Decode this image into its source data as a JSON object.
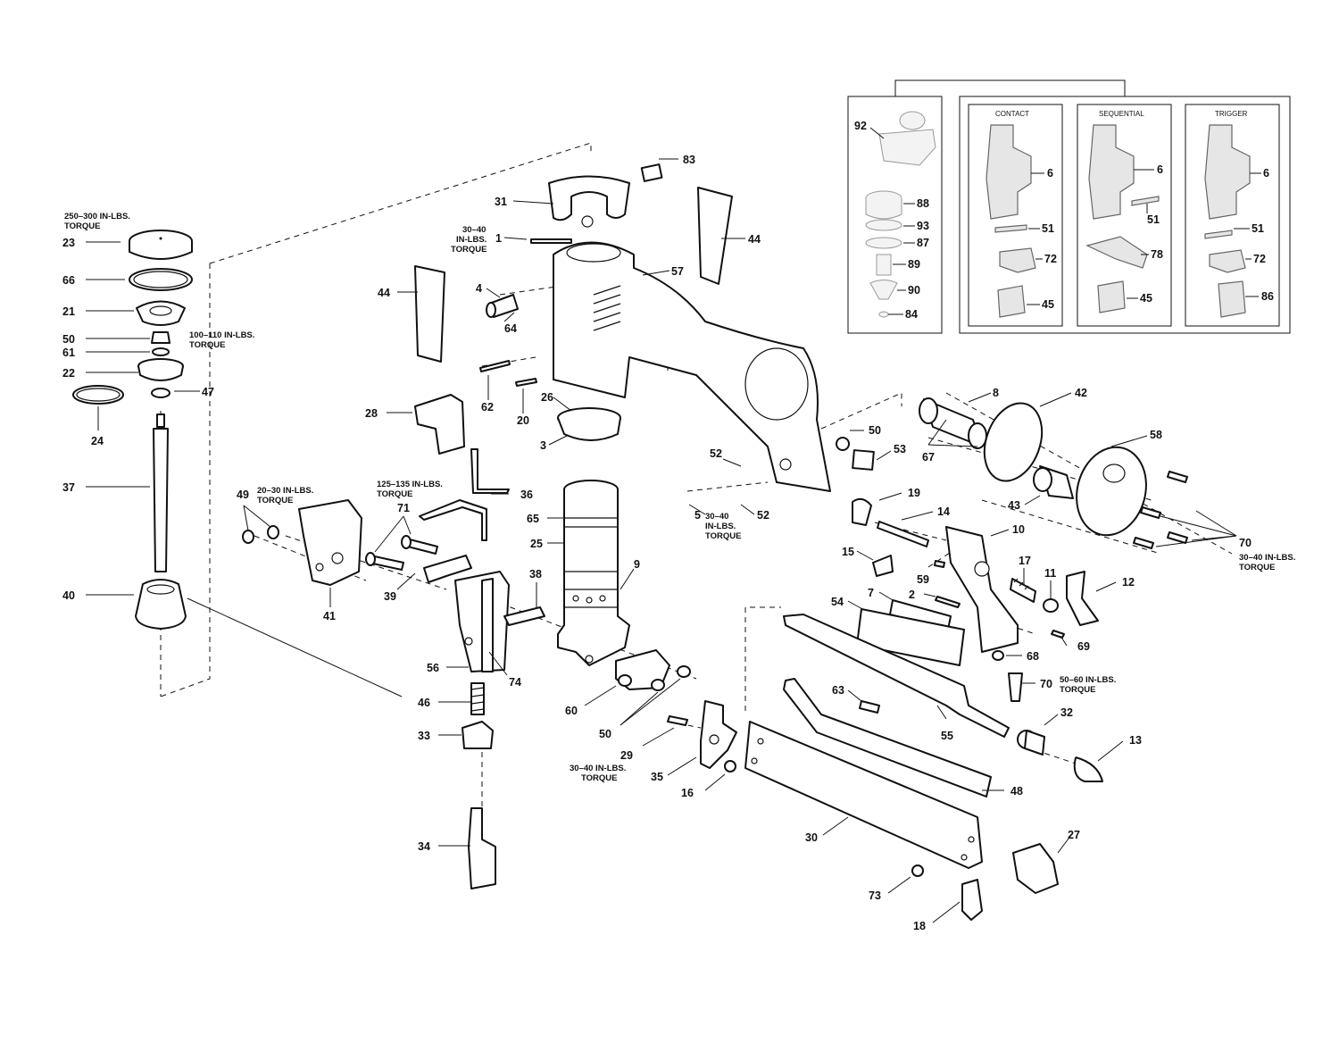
{
  "callouts": [
    {
      "id": "c23",
      "label": "23"
    },
    {
      "id": "c66",
      "label": "66"
    },
    {
      "id": "c21",
      "label": "21"
    },
    {
      "id": "c50a",
      "label": "50"
    },
    {
      "id": "c61",
      "label": "61"
    },
    {
      "id": "c22",
      "label": "22"
    },
    {
      "id": "c47",
      "label": "47"
    },
    {
      "id": "c24",
      "label": "24"
    },
    {
      "id": "c37",
      "label": "37"
    },
    {
      "id": "c40",
      "label": "40"
    },
    {
      "id": "c49",
      "label": "49"
    },
    {
      "id": "c41",
      "label": "41"
    },
    {
      "id": "c71",
      "label": "71"
    },
    {
      "id": "c39",
      "label": "39"
    },
    {
      "id": "c28",
      "label": "28"
    },
    {
      "id": "c36",
      "label": "36"
    },
    {
      "id": "c56",
      "label": "56"
    },
    {
      "id": "c74",
      "label": "74"
    },
    {
      "id": "c38",
      "label": "38"
    },
    {
      "id": "c46",
      "label": "46"
    },
    {
      "id": "c33",
      "label": "33"
    },
    {
      "id": "c34",
      "label": "34"
    },
    {
      "id": "c65",
      "label": "65"
    },
    {
      "id": "c25",
      "label": "25"
    },
    {
      "id": "c9",
      "label": "9"
    },
    {
      "id": "c60",
      "label": "60"
    },
    {
      "id": "c50b",
      "label": "50"
    },
    {
      "id": "c29",
      "label": "29"
    },
    {
      "id": "c35",
      "label": "35"
    },
    {
      "id": "c16",
      "label": "16"
    },
    {
      "id": "c83",
      "label": "83"
    },
    {
      "id": "c31",
      "label": "31"
    },
    {
      "id": "c1",
      "label": "1"
    },
    {
      "id": "c44a",
      "label": "44"
    },
    {
      "id": "c44b",
      "label": "44"
    },
    {
      "id": "c57",
      "label": "57"
    },
    {
      "id": "c4",
      "label": "4"
    },
    {
      "id": "c64",
      "label": "64"
    },
    {
      "id": "c62",
      "label": "62"
    },
    {
      "id": "c20",
      "label": "20"
    },
    {
      "id": "c26",
      "label": "26"
    },
    {
      "id": "c3",
      "label": "3"
    },
    {
      "id": "c52a",
      "label": "52"
    },
    {
      "id": "c5",
      "label": "5"
    },
    {
      "id": "c52b",
      "label": "52"
    },
    {
      "id": "c50c",
      "label": "50"
    },
    {
      "id": "c53",
      "label": "53"
    },
    {
      "id": "c8",
      "label": "8"
    },
    {
      "id": "c67",
      "label": "67"
    },
    {
      "id": "c42",
      "label": "42"
    },
    {
      "id": "c58",
      "label": "58"
    },
    {
      "id": "c43",
      "label": "43"
    },
    {
      "id": "c70a",
      "label": "70"
    },
    {
      "id": "c19",
      "label": "19"
    },
    {
      "id": "c14",
      "label": "14"
    },
    {
      "id": "c15",
      "label": "15"
    },
    {
      "id": "c10",
      "label": "10"
    },
    {
      "id": "c59",
      "label": "59"
    },
    {
      "id": "c17",
      "label": "17"
    },
    {
      "id": "c11",
      "label": "11"
    },
    {
      "id": "c12",
      "label": "12"
    },
    {
      "id": "c7",
      "label": "7"
    },
    {
      "id": "c2",
      "label": "2"
    },
    {
      "id": "c54",
      "label": "54"
    },
    {
      "id": "c69",
      "label": "69"
    },
    {
      "id": "c68",
      "label": "68"
    },
    {
      "id": "c70b",
      "label": "70"
    },
    {
      "id": "c63",
      "label": "63"
    },
    {
      "id": "c55",
      "label": "55"
    },
    {
      "id": "c32",
      "label": "32"
    },
    {
      "id": "c13",
      "label": "13"
    },
    {
      "id": "c48",
      "label": "48"
    },
    {
      "id": "c30",
      "label": "30"
    },
    {
      "id": "c27",
      "label": "27"
    },
    {
      "id": "c73",
      "label": "73"
    },
    {
      "id": "c18",
      "label": "18"
    },
    {
      "id": "c92",
      "label": "92"
    },
    {
      "id": "c88",
      "label": "88"
    },
    {
      "id": "c93",
      "label": "93"
    },
    {
      "id": "c87",
      "label": "87"
    },
    {
      "id": "c89",
      "label": "89"
    },
    {
      "id": "c90",
      "label": "90"
    },
    {
      "id": "c84",
      "label": "84"
    },
    {
      "id": "c6a",
      "label": "6"
    },
    {
      "id": "c51a",
      "label": "51"
    },
    {
      "id": "c72a",
      "label": "72"
    },
    {
      "id": "c45a",
      "label": "45"
    },
    {
      "id": "c6b",
      "label": "6"
    },
    {
      "id": "c51b",
      "label": "51"
    },
    {
      "id": "c78",
      "label": "78"
    },
    {
      "id": "c45b",
      "label": "45"
    },
    {
      "id": "c6c",
      "label": "6"
    },
    {
      "id": "c51c",
      "label": "51"
    },
    {
      "id": "c72b",
      "label": "72"
    },
    {
      "id": "c86",
      "label": "86"
    }
  ],
  "torque_notes": {
    "t23_1": "250–300 IN-LBS.",
    "t23_2": "TORQUE",
    "t50_1": "100–110 IN-LBS.",
    "t50_2": "TORQUE",
    "t49_1": "20–30 IN-LBS.",
    "t49_2": "TORQUE",
    "t36_1": "125–135 IN-LBS.",
    "t36_2": "TORQUE",
    "t1_1": "30–40",
    "t1_2": "IN-LBS.",
    "t1_3": "TORQUE",
    "t5_1": "30–40",
    "t5_2": "IN-LBS.",
    "t5_3": "TORQUE",
    "t29_1": "30–40 IN-LBS.",
    "t29_2": "TORQUE",
    "t70a_1": "30–40 IN-LBS.",
    "t70a_2": "TORQUE",
    "t70b_1": "50–60 IN-LBS.",
    "t70b_2": "TORQUE"
  },
  "trigger_panels": {
    "contact": "CONTACT",
    "sequential": "SEQUENTIAL",
    "trigger": "TRIGGER"
  }
}
